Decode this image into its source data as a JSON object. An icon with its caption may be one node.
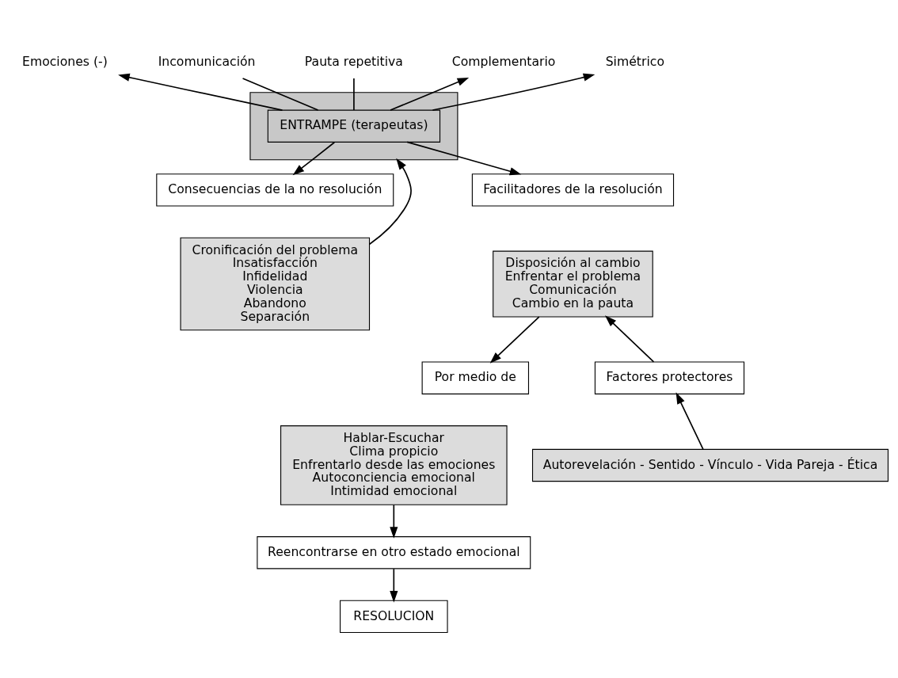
{
  "diagram": {
    "nodes": [
      {
        "text": [],
        "shape": "triangle"
      },
      {
        "text": [
          "ENTRAMPE (terapeutas)"
        ],
        "in": 0
      },
      {
        "text": [
          "Emociones (-)"
        ]
      },
      {
        "text": [
          "Incomunicación"
        ]
      },
      {
        "text": [
          "Pauta repetitiva"
        ]
      },
      {
        "text": [
          "Complementario"
        ]
      },
      {
        "text": [
          "Simétrico"
        ]
      },
      {
        "text": [
          "Consecuencias de la no resolución"
        ]
      },
      {
        "text": [
          "Cronificación del problema",
          "Insatisfacción",
          "Infidelidad",
          "Violencia",
          "Abandono",
          "Separación"
        ]
      },
      {
        "text": [
          "Facilitadores de la resolución"
        ]
      },
      {
        "text": [
          "Disposición al cambio",
          "Enfrentar el problema",
          "Comunicación",
          "Cambio en la pauta"
        ]
      },
      {
        "text": [
          "Por medio de"
        ]
      },
      {
        "text": [
          "Hablar-Escuchar",
          "Clima propicio",
          "Enfrentarlo desde las emociones",
          "Autoconciencia emocional",
          "Intimidad emocional"
        ]
      },
      {
        "text": [
          "Reencontrarse en otro estado emocional"
        ]
      },
      {
        "text": [
          "RESOLUCION"
        ]
      },
      {
        "text": [
          "Factores protectores"
        ]
      },
      {
        "text": [
          "Autorevelación - Sentido - Vínculo - Vida Pareja - Ética"
        ]
      }
    ],
    "edges": [
      {
        "from": 1,
        "to": 2,
        "arrow": "to"
      },
      {
        "from": 1,
        "to": 3,
        "arrow": "none"
      },
      {
        "from": 1,
        "to": 4,
        "arrow": "none"
      },
      {
        "from": 1,
        "to": 5,
        "arrow": "to"
      },
      {
        "from": 1,
        "to": 6,
        "arrow": "to"
      },
      {
        "from": 1,
        "to": 7,
        "arrow": "to"
      },
      {
        "from": 1,
        "to": 9,
        "arrow": "to"
      },
      {
        "from": 8,
        "to": 0,
        "arrow": "to"
      },
      {
        "from": 10,
        "to": 11,
        "arrow": "to"
      },
      {
        "from": 12,
        "to": 13,
        "arrow": "to"
      },
      {
        "from": 13,
        "to": 14,
        "arrow": "to"
      },
      {
        "from": 16,
        "to": 15,
        "arrow": "to"
      },
      {
        "from": 15,
        "to": 10,
        "arrow": "to"
      }
    ]
  }
}
